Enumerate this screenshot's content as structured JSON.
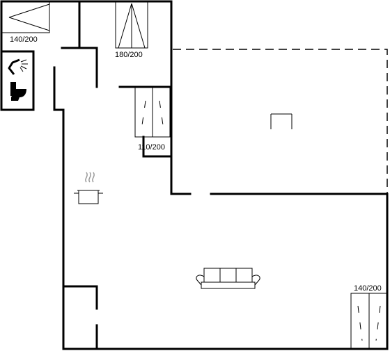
{
  "labels": {
    "bed_top_left": "140/200",
    "bed_top_center": "180/200",
    "bed_middle": "110/200",
    "bed_bottom_right": "140/200"
  },
  "icons": {
    "shower": "shower-icon",
    "toilet": "toilet-icon",
    "cooking_pot": "cooking-pot-icon",
    "sofa": "sofa-icon",
    "table": "table-icon"
  }
}
